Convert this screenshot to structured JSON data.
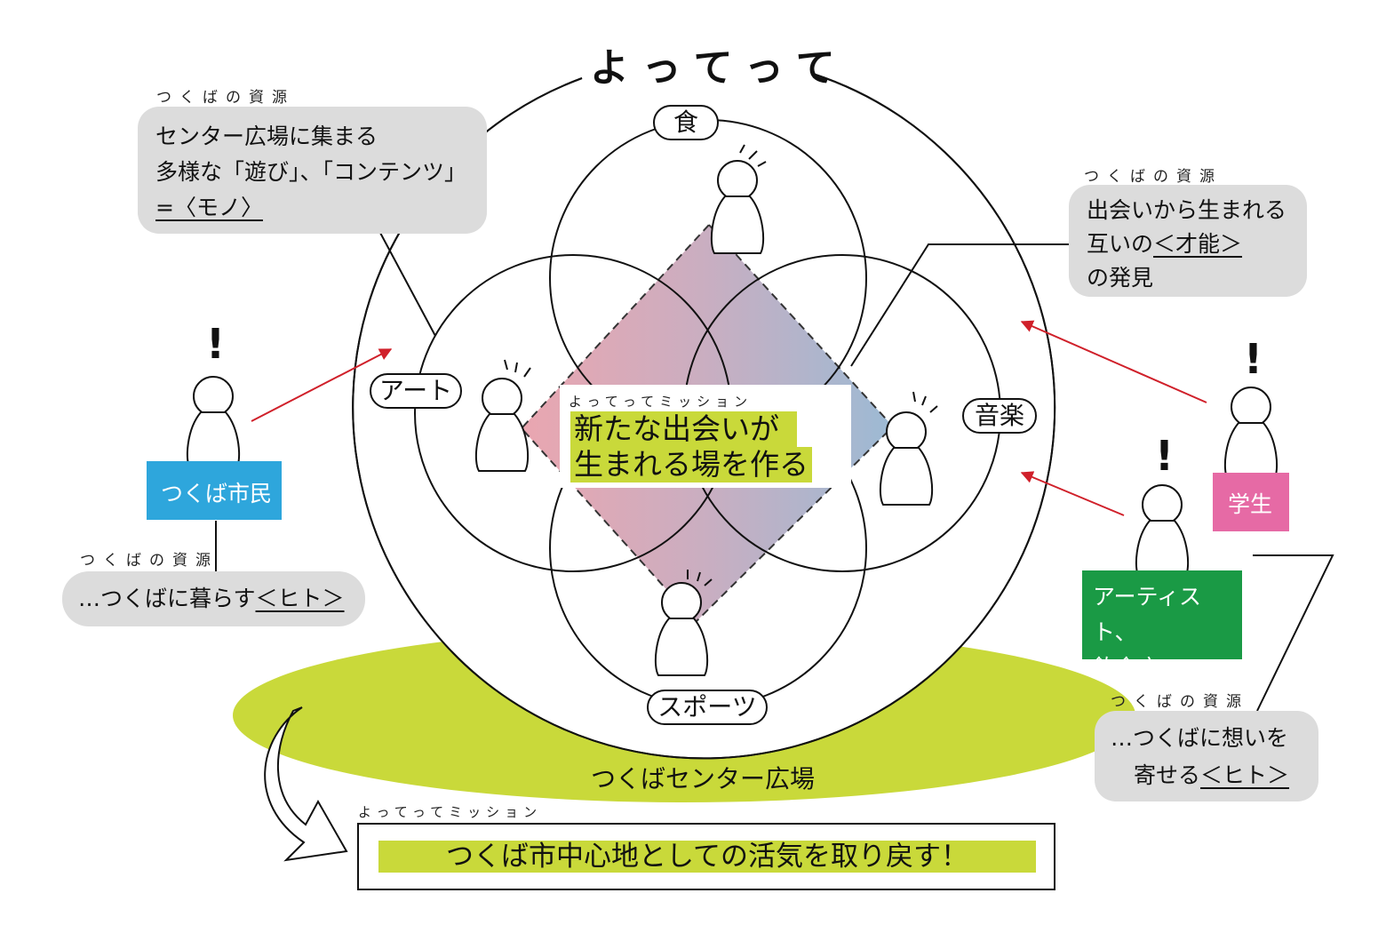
{
  "title": "よってって",
  "domains": {
    "food": "食",
    "art": "アート",
    "music": "音楽",
    "sports": "スポーツ"
  },
  "mission_center": {
    "small_label": "よってってミッション",
    "line1": "新たな出会いが",
    "line2": "生まれる場を作る"
  },
  "plaza_label": "つくばセンター広場",
  "mission_bottom": {
    "small_label": "よってってミッション",
    "text": "つくば市中心地としての活気を取り戻す！"
  },
  "resources": {
    "small_label": "つくばの資源",
    "things": {
      "line1": "センター広場に集まる",
      "line2": "多様な「遊び」、「コンテンツ」",
      "line3": "=〈モノ〉"
    },
    "talent": {
      "line1": "出会いから生まれる",
      "line2_prefix": "互いの",
      "line2_u": "＜才能＞",
      "line3": "の発見"
    },
    "citizens_people": {
      "prefix": "…つくばに暮らす",
      "u": "＜ヒト＞"
    },
    "artists_people": {
      "line1": "…つくばに想いを",
      "line2_prefix": "寄せる",
      "line2_u": "＜ヒト＞"
    }
  },
  "actors": {
    "citizen": "つくば市民",
    "student": "学生",
    "artist_line1": "アーティスト、",
    "artist_line2": "飲食店"
  },
  "marks": {
    "exclamation": "!"
  },
  "colors": {
    "plaza": "#c9d93a",
    "highlight": "#c9d93a",
    "citizen": "#2ea6dc",
    "student": "#e66aa5",
    "artist": "#1a9a45",
    "bubble": "#dcdcdc",
    "arrow": "#d0202a",
    "gradient_left": "#e8a9b2",
    "gradient_right": "#9bbad3"
  }
}
